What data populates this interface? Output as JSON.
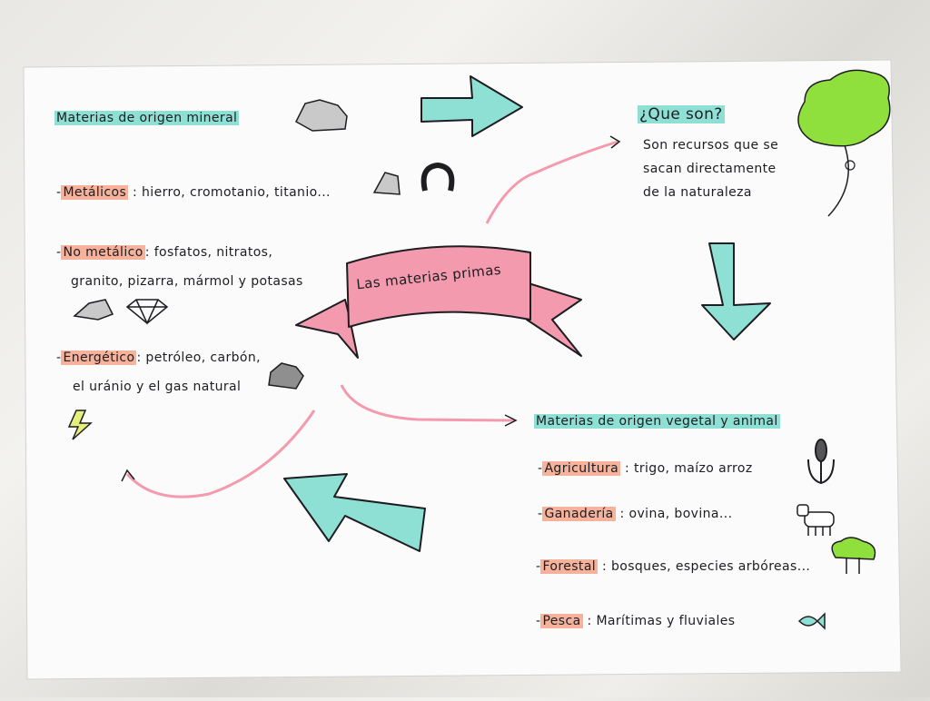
{
  "center": {
    "title": "Las materias primas"
  },
  "question": {
    "title": "¿Que son?",
    "lines": [
      "Son recursos que se",
      "sacan directamente",
      "de la naturaleza"
    ]
  },
  "mineral": {
    "title": "Materias de origen mineral",
    "items": [
      {
        "dash": "-",
        "label": "Metálicos",
        "sep": ":",
        "text": "hierro, cromotanio, titanio...",
        "text2": ""
      },
      {
        "dash": "-",
        "label": "No metálico",
        "sep": ":",
        "text": "fosfatos, nitratos,",
        "text2": "granito, pizarra, mármol y potasas"
      },
      {
        "dash": "-",
        "label": "Energético",
        "sep": ":",
        "text": "petróleo, carbón,",
        "text2": "el uránio y el gas natural"
      }
    ]
  },
  "vegetal": {
    "title": "Materias de origen vegetal y animal",
    "items": [
      {
        "dash": "-",
        "label": "Agricultura",
        "sep": ":",
        "text": "trigo, maízo arroz"
      },
      {
        "dash": "-",
        "label": "Ganadería",
        "sep": ":",
        "text": "ovina, bovina..."
      },
      {
        "dash": "-",
        "label": "Forestal",
        "sep": ":",
        "text": "bosques, especies arbóreas..."
      },
      {
        "dash": "-",
        "label": "Pesca",
        "sep": ":",
        "text": "Marítimas y fluviales"
      }
    ]
  },
  "icons": [
    "rock-icon",
    "ore-icon",
    "horseshoe-icon",
    "stone-icon",
    "diamond-icon",
    "coal-icon",
    "lightning-icon",
    "tree-icon",
    "wheat-icon",
    "sheep-icon",
    "forest-icon",
    "fish-icon"
  ],
  "colors": {
    "cyan": "#8fe0d4",
    "pink": "#f49aae",
    "orange": "#f6b29a",
    "green": "#8fe03c"
  }
}
